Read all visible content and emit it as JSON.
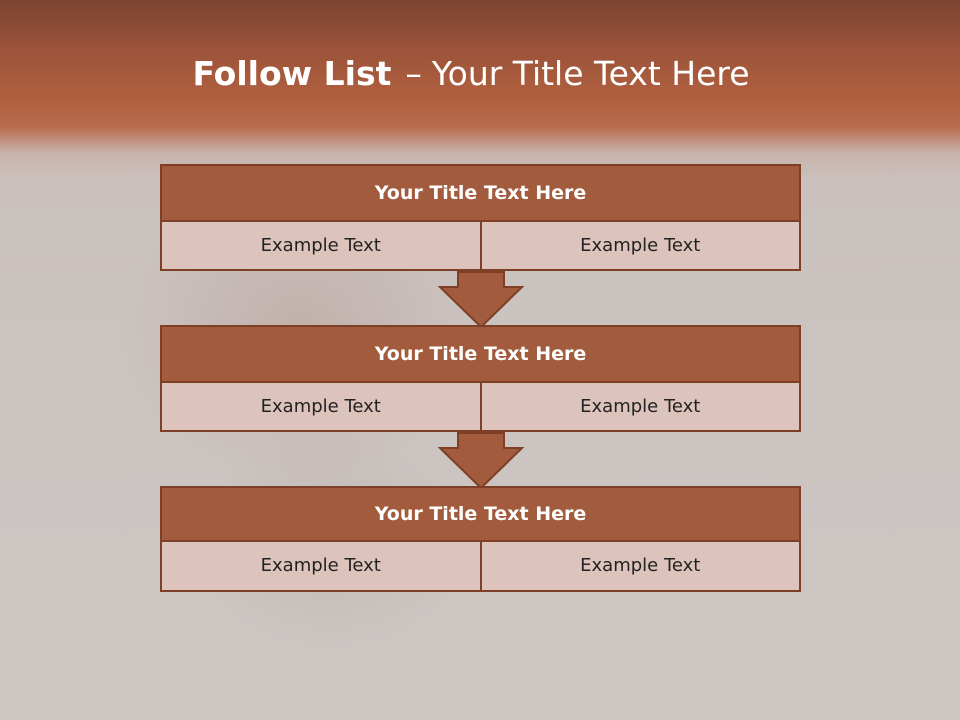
{
  "slide": {
    "title_bold": "Follow List",
    "title_separator": "–",
    "title_rest": "Your Title Text Here"
  },
  "blocks": [
    {
      "title": "Your Title Text Here",
      "left": "Example Text",
      "right": "Example Text"
    },
    {
      "title": "Your Title Text Here",
      "left": "Example Text",
      "right": "Example Text"
    },
    {
      "title": "Your Title Text Here",
      "left": "Example Text",
      "right": "Example Text"
    }
  ],
  "colors": {
    "header_band": "#a85c3f",
    "title_box": "#a35b3d",
    "cell_fill": "#dcc4bc",
    "border": "#7e3f27"
  },
  "icons": {
    "connector": "down-arrow-icon"
  }
}
